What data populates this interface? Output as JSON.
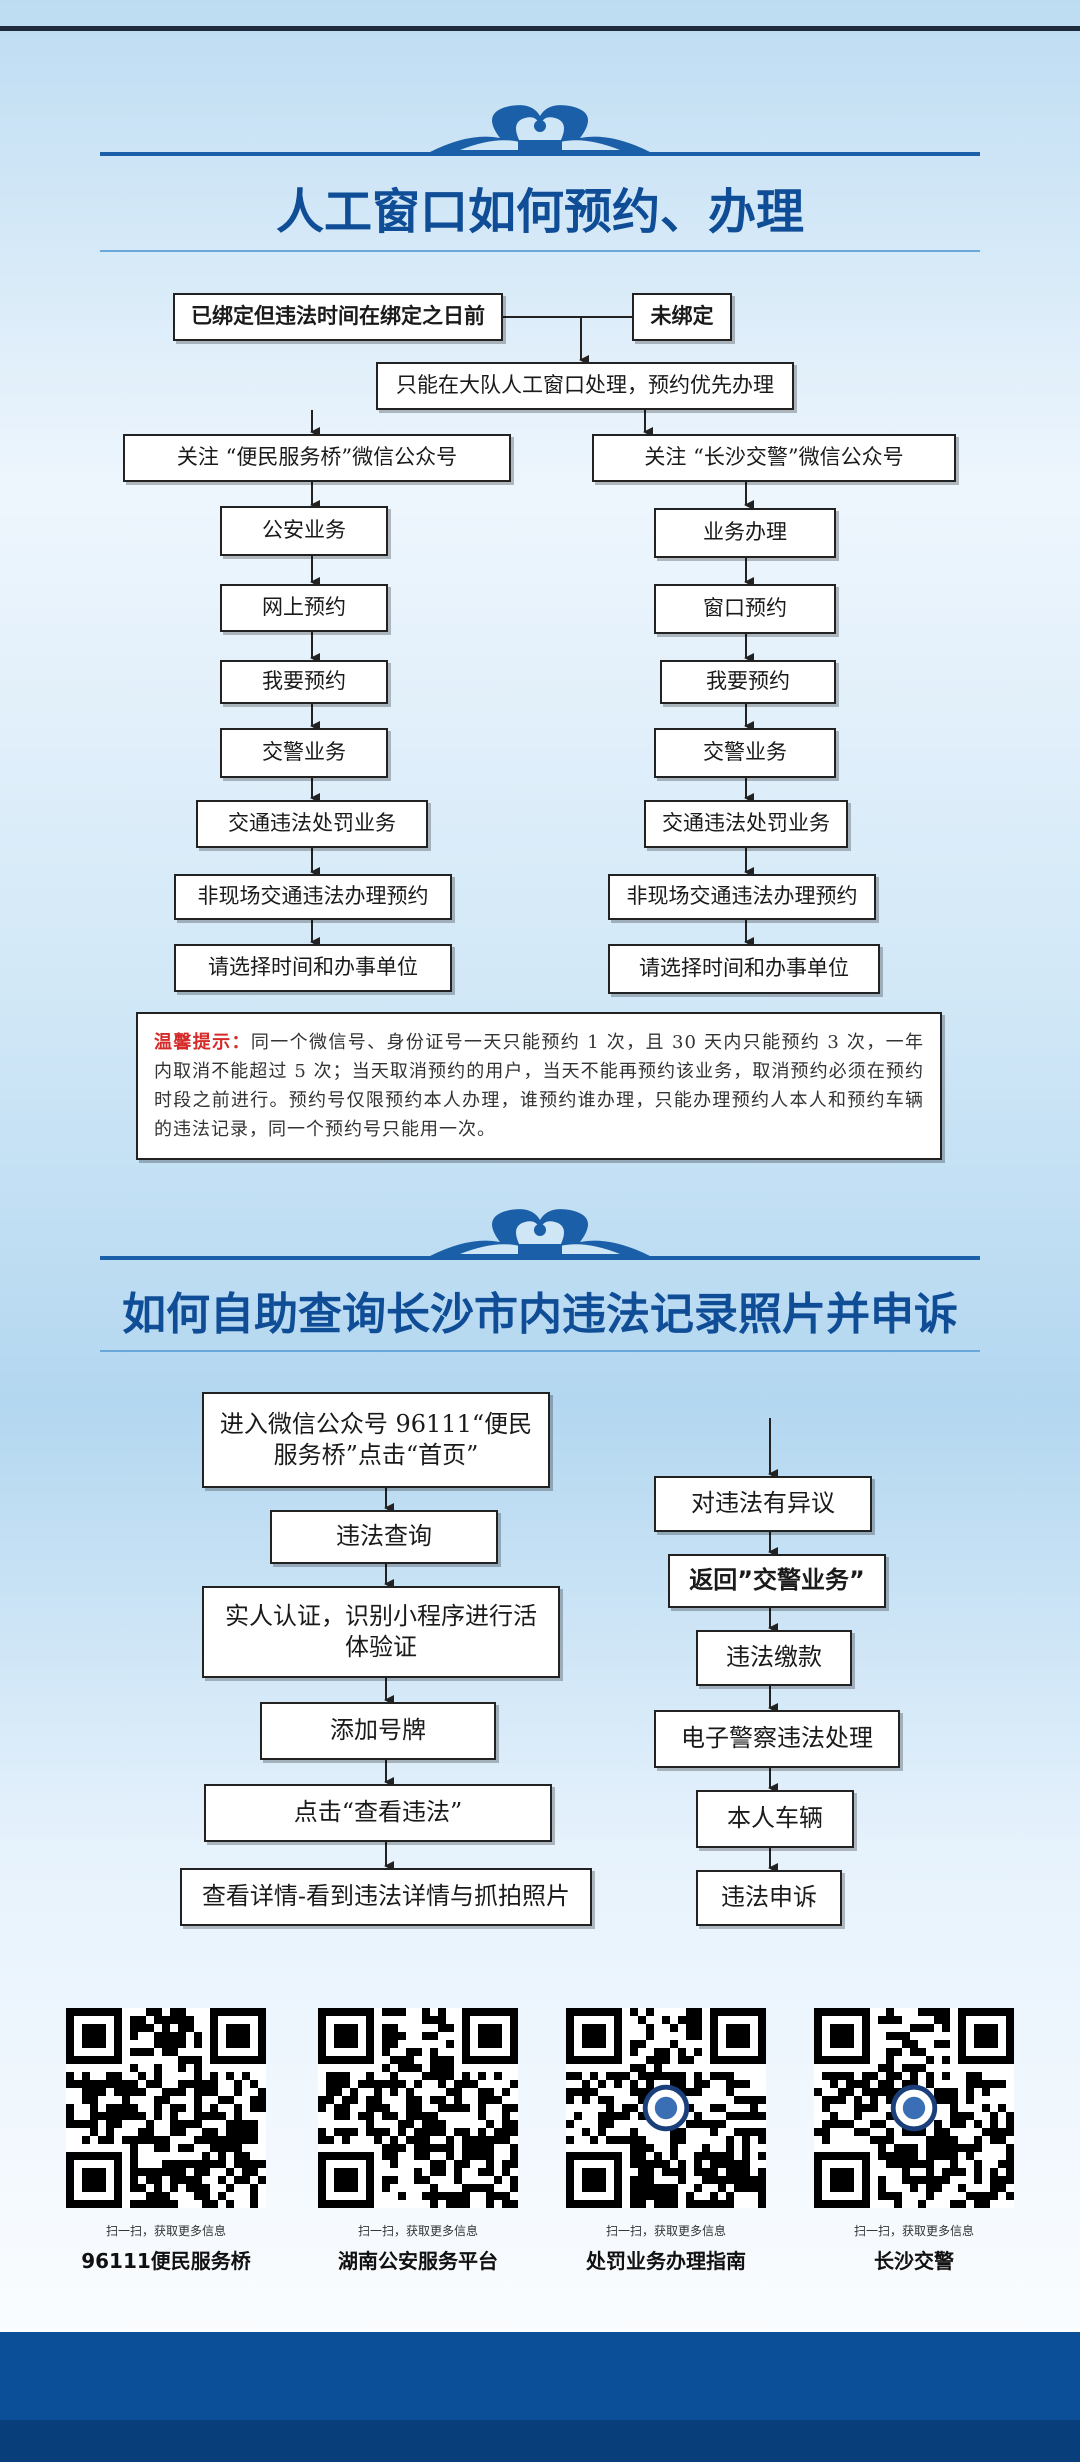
{
  "section1": {
    "title": "人工窗口如何预约、办理",
    "top_left": "已绑定但违法时间在绑定之日前",
    "top_right": "未绑定",
    "center": "只能在大队人工窗口处理，预约优先办理",
    "left_head": "关注 “便民服务桥”微信公众号",
    "right_head": "关注 “长沙交警”微信公众号",
    "left_steps": [
      "公安业务",
      "网上预约",
      "我要预约",
      "交警业务",
      "交通违法处罚业务",
      "非现场交通违法办理预约",
      "请选择时间和办事单位"
    ],
    "right_steps": [
      "业务办理",
      "窗口预约",
      "我要预约",
      "交警业务",
      "交通违法处罚业务",
      "非现场交通违法办理预约",
      "请选择时间和办事单位"
    ],
    "notice_label": "温馨提示：",
    "notice_text": "同一个微信号、身份证号一天只能预约 1 次，且 30 天内只能预约 3 次，一年内取消不能超过 5 次；当天取消预约的用户，当天不能再预约该业务，取消预约必须在预约时段之前进行。预约号仅限预约本人办理，谁预约谁办理，只能办理预约人本人和预约车辆的违法记录，同一个预约号只能用一次。"
  },
  "section2": {
    "title": "如何自助查询长沙市内违法记录照片并申诉",
    "left_steps": [
      "进入微信公众号 96111“便民服务桥”点击“首页”",
      "违法查询",
      "实人认证，识别小程序进行活体验证",
      "添加号牌",
      "点击“查看违法”",
      "查看详情-看到违法详情与抓拍照片"
    ],
    "right_steps": [
      "对违法有异议",
      "返回”交警业务”",
      "违法缴款",
      "电子警察违法处理",
      "本人车辆",
      "违法申诉"
    ]
  },
  "qr_codes": [
    {
      "caption": "扫一扫，获取更多信息",
      "name": "96111便民服务桥"
    },
    {
      "caption": "扫一扫，获取更多信息",
      "name": "湖南公安服务平台"
    },
    {
      "caption": "扫一扫，获取更多信息",
      "name": "处罚业务办理指南"
    },
    {
      "caption": "扫一扫，获取更多信息",
      "name": "长沙交警"
    }
  ],
  "colors": {
    "title": "#0f4d96",
    "notice_label": "#d62a2a",
    "footer": "#0a4f97"
  }
}
